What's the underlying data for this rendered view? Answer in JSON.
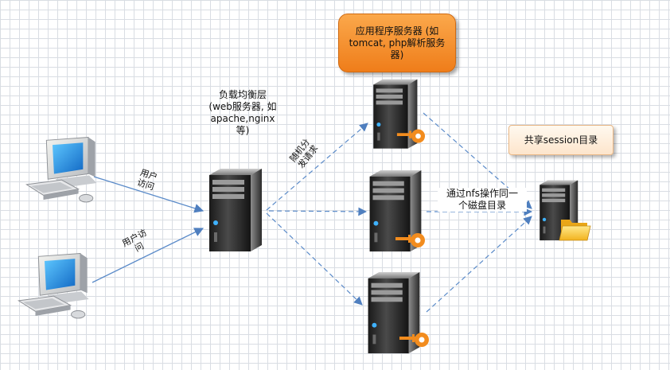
{
  "app_server_label": "应用程序服务器 (如tomcat, php解析服务器)",
  "load_balancer_label": "负载均衡层\n(web服务器, 如apache,nginx\n等)",
  "shared_session_label": "共享session目录",
  "user_access_1": "用户\n访问",
  "user_access_2": "用户访\n问",
  "random_dispatch": "随机分\n发请求",
  "nfs_label": "通过nfs操作同一\n个磁盘目录",
  "icons": {
    "client": "desktop-computer-icon",
    "server": "tower-server-icon",
    "key": "key-icon",
    "folder": "folder-icon"
  },
  "colors": {
    "app_box": "#f58a2a",
    "session_box": "#fde9d6",
    "arrow": "#5b8bc9",
    "key": "#f28c1e"
  }
}
